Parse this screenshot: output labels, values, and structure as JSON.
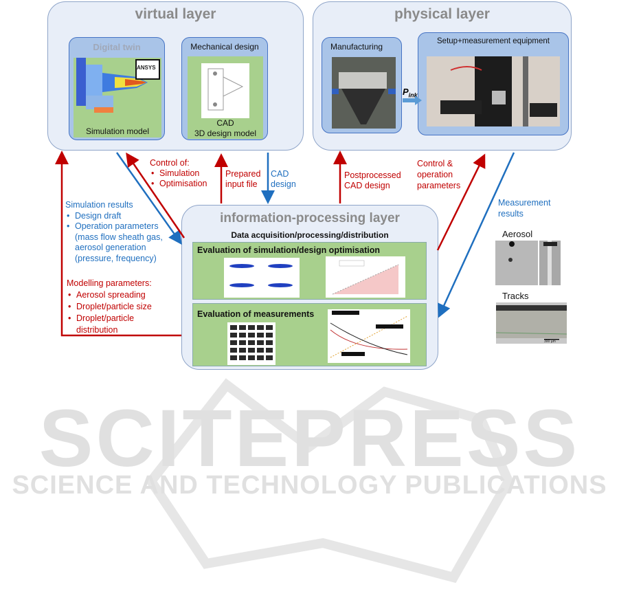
{
  "virtual_layer": {
    "title": "virtual layer",
    "digital_twin": {
      "title": "Digital twin",
      "caption": "Simulation model",
      "logo_text": "ANSYS"
    },
    "mechanical_design": {
      "title": "Mechanical design",
      "caption_line1": "CAD",
      "caption_line2": "3D design model"
    }
  },
  "physical_layer": {
    "title": "physical layer",
    "manufacturing": {
      "title": "Manufacturing"
    },
    "setup": {
      "title": "Setup+measurement equipment"
    },
    "pink_label": "P",
    "pink_sub": "ink"
  },
  "info_layer": {
    "title": "information-processing layer",
    "subtitle": "Data acquisition/processing/distribution",
    "eval_sim": "Evaluation of simulation/design optimisation",
    "eval_meas": "Evaluation of measurements"
  },
  "arrows": {
    "control_of": {
      "title": "Control of:",
      "items": [
        "Simulation",
        "Optimisation"
      ]
    },
    "prepared": [
      "Prepared",
      "input file"
    ],
    "cad_design": [
      "CAD",
      "design"
    ],
    "postprocessed": [
      "Postprocessed",
      "CAD design"
    ],
    "control_op": [
      "Control &",
      "operation",
      "parameters"
    ],
    "measurement_results": [
      "Measurement",
      "results"
    ]
  },
  "left_notes": {
    "sim_results_title": "Simulation results",
    "sim_results_items": [
      "Design draft",
      "Operation parameters"
    ],
    "op_params_detail": [
      "(mass flow sheath gas,",
      "aerosol generation",
      "(pressure, frequency)"
    ],
    "modelling_title": "Modelling parameters:",
    "modelling_items": [
      "Aerosol spreading",
      "Droplet/particle size",
      "Droplet/particle"
    ],
    "modelling_cont": "distribution"
  },
  "right_images": {
    "aerosol": "Aerosol",
    "tracks": "Tracks",
    "scale": "300 µm"
  },
  "watermark": {
    "line1": "SCITEPRESS",
    "line2": "SCIENCE AND TECHNOLOGY PUBLICATIONS"
  },
  "colors": {
    "red": "#c00000",
    "blue": "#1f6fbf",
    "panel": "#a9c4e8",
    "green": "#a8d08d"
  }
}
